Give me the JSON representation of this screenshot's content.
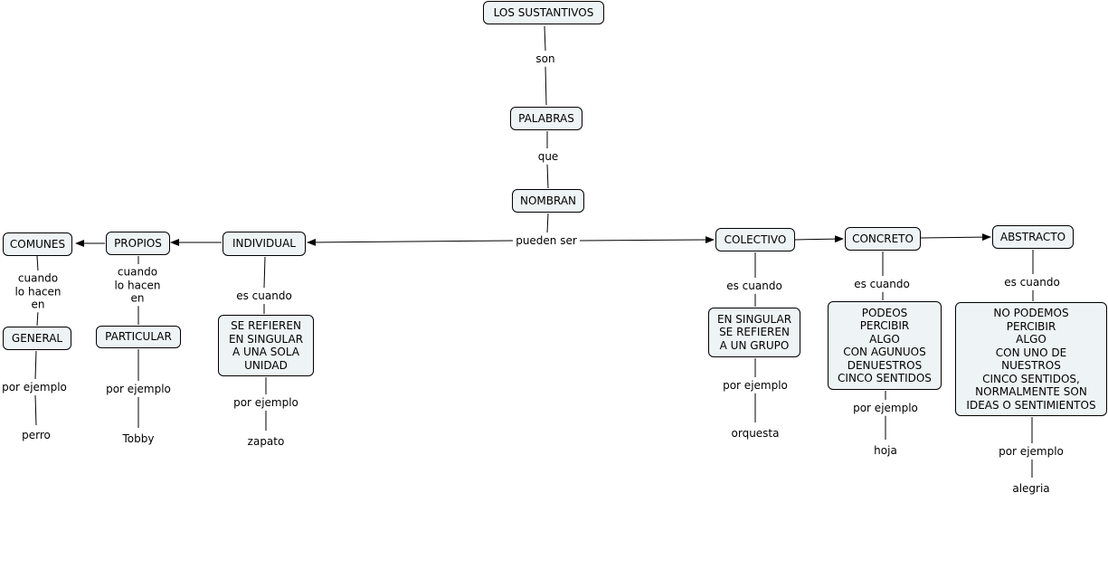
{
  "concepts": {
    "sustantivos": "LOS SUSTANTIVOS",
    "palabras": "PALABRAS",
    "nombran": "NOMBRAN",
    "individual": "INDIVIDUAL",
    "propios": "PROPIOS",
    "comunes": "COMUNES",
    "general": "GENERAL",
    "particular": "PARTICULAR",
    "se_refieren_unidad": "SE REFIEREN\nEN SINGULAR\nA UNA SOLA\nUNIDAD",
    "colectivo": "COLECTIVO",
    "concreto": "CONCRETO",
    "abstracto": "ABSTRACTO",
    "se_refieren_grupo": "EN SINGULAR\nSE REFIEREN\nA UN GRUPO",
    "podemos_percibir": "PODEOS\nPERCIBIR\nALGO\nCON AGUNUOS\nDENUESTROS\nCINCO SENTIDOS",
    "no_podemos_percibir": "NO PODEMOS\nPERCIBIR\nALGO\nCON UNO DE\nNUESTROS\nCINCO SENTIDOS,\nNORMALMENTE SON\nIDEAS O SENTIMIENTOS"
  },
  "links": {
    "son": "son",
    "que": "que",
    "pueden_ser": "pueden ser",
    "cuando_comunes": "cuando\nlo hacen\nen",
    "cuando_propios": "cuando\nlo hacen\nen",
    "es_cuando_individual": "es cuando",
    "es_cuando_colectivo": "es cuando",
    "es_cuando_concreto": "es cuando",
    "es_cuando_abstracto": "es cuando",
    "ej_general": "por ejemplo",
    "ej_particular": "por ejemplo",
    "ej_individual": "por ejemplo",
    "ej_colectivo": "por ejemplo",
    "ej_concreto": "por ejemplo",
    "ej_abstracto": "por ejemplo"
  },
  "examples": {
    "perro": "perro",
    "tobby": "Tobby",
    "zapato": "zapato",
    "orquesta": "orquesta",
    "hoja": "hoja",
    "alegria": "alegria"
  }
}
